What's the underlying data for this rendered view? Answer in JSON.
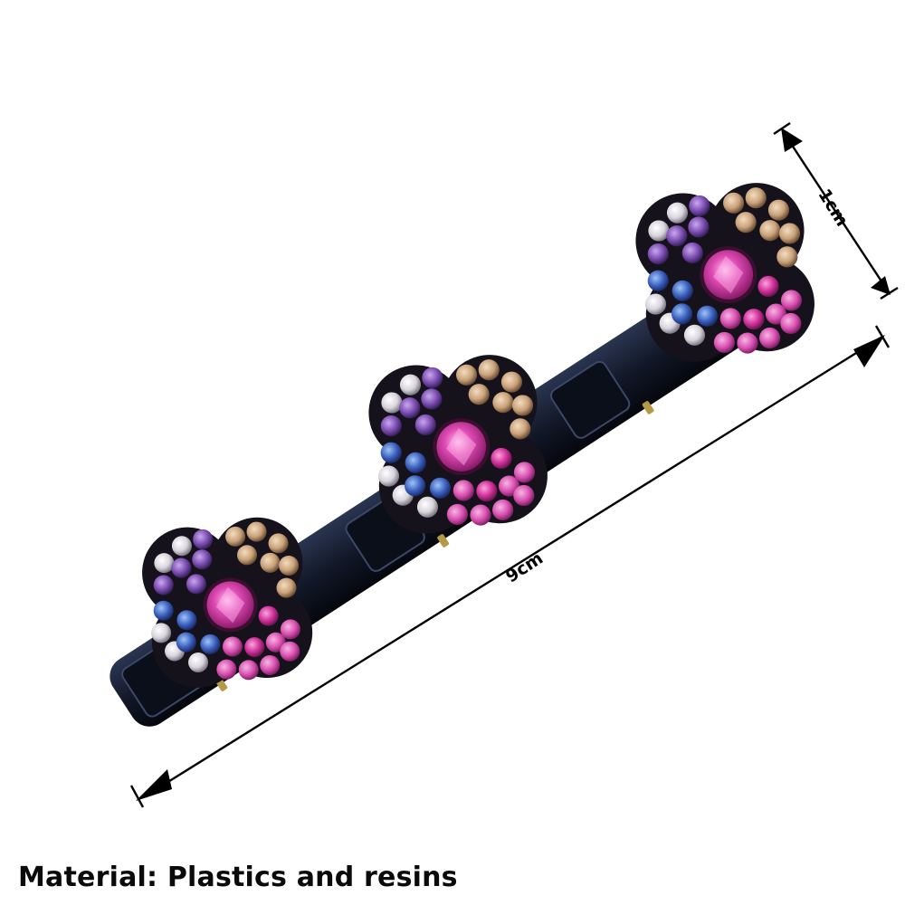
{
  "product": {
    "name": "rhinestone flower hair clip",
    "flower_count": 3
  },
  "dimensions": {
    "length_label": "9cm",
    "width_label": "1cm"
  },
  "caption": {
    "material_text": "Material: Plastics and resins"
  },
  "colors": {
    "background": "#ffffff",
    "clip_body": "#141a2a",
    "crystal_pink": "#d94fb0",
    "crystal_magenta": "#c2359a",
    "crystal_purple": "#7a4bb0",
    "crystal_blue": "#3b5fbf",
    "crystal_champagne": "#c9a27a",
    "crystal_clear": "#d8d4dc",
    "annotation": "#000000"
  }
}
